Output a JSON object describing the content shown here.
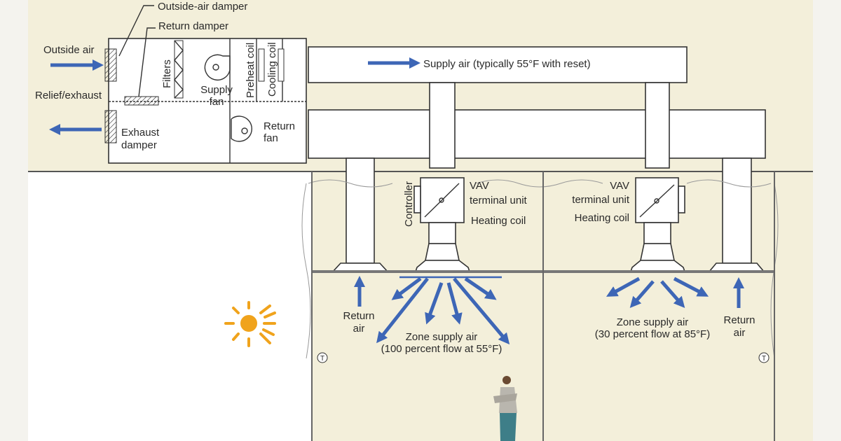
{
  "labels": {
    "outside_air_damper": "Outside-air damper",
    "return_damper": "Return damper",
    "outside_air": "Outside air",
    "relief_exhaust": "Relief/exhaust",
    "filters": "Filters",
    "supply_fan_1": "Supply",
    "supply_fan_2": "fan",
    "preheat_coil": "Preheat coil",
    "cooling_coil": "Cooling coil",
    "exhaust_damper_1": "Exhaust",
    "exhaust_damper_2": "damper",
    "return_fan_1": "Return",
    "return_fan_2": "fan",
    "supply_air": "Supply air (typically 55°F with reset)",
    "controller": "Controller",
    "vav_1": "VAV",
    "vav_2": "terminal unit",
    "heating_coil": "Heating coil",
    "return_air_1": "Return",
    "return_air_2": "air",
    "zone1_supply_1": "Zone supply air",
    "zone1_supply_2": "(100 percent flow at 55°F)",
    "zone2_supply_1": "Zone supply air",
    "zone2_supply_2": "(30 percent flow at 85°F)",
    "thermostat": "T"
  },
  "colors": {
    "arrow": "#3d66b6",
    "sun": "#f0a31c",
    "background": "#f3efda"
  }
}
